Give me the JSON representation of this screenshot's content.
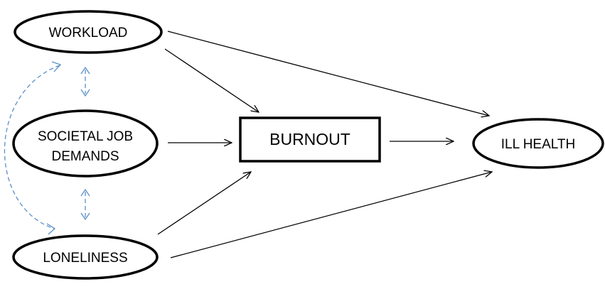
{
  "nodes": {
    "workload": "WORKLOAD",
    "societal_job_demands_line1": "SOCIETAL JOB",
    "societal_job_demands_line2": "DEMANDS",
    "loneliness": "LONELINESS",
    "burnout": "BURNOUT",
    "ill_health": "ILL HEALTH"
  },
  "colors": {
    "node_stroke": "#000000",
    "causal_arrow": "#000000",
    "correlation_arrow": "#5b8fc7"
  }
}
